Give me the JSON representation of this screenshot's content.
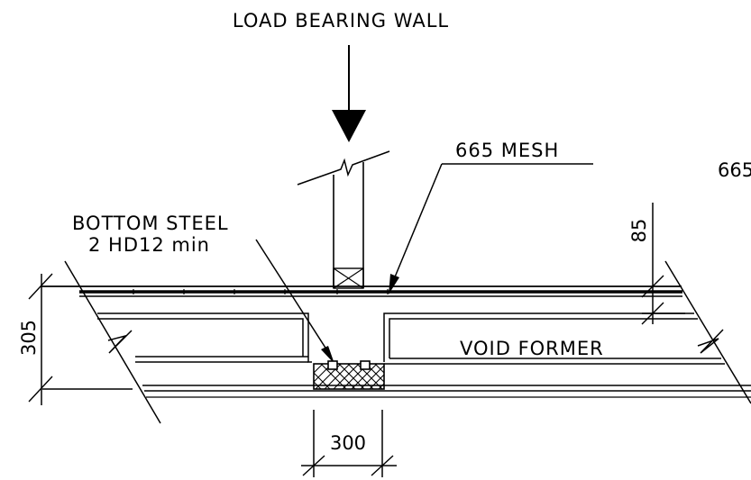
{
  "labels": {
    "load_bearing_wall": "LOAD BEARING WALL",
    "mesh": "665 MESH",
    "mesh_cut": "665",
    "bottom_steel_line1": "BOTTOM STEEL",
    "bottom_steel_line2": "2 HD12 min",
    "void_former": "VOID FORMER"
  },
  "dimensions": {
    "slab_depth": "305",
    "topping_depth": "85",
    "rib_width": "300"
  }
}
